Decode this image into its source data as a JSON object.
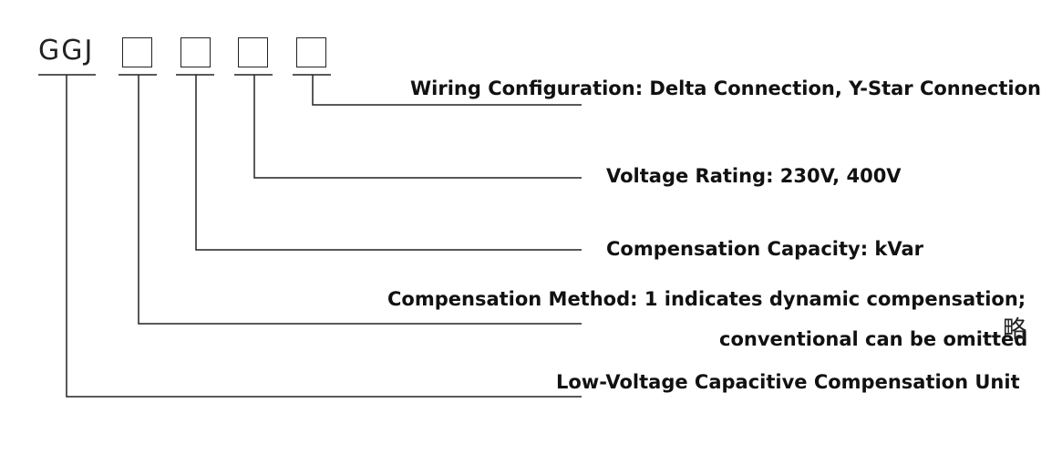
{
  "model_prefix": "GGJ",
  "code_slots": [
    {
      "slot": 1,
      "meaning": "Compensation Method"
    },
    {
      "slot": 2,
      "meaning": "Compensation Capacity"
    },
    {
      "slot": 3,
      "meaning": "Voltage Rating"
    },
    {
      "slot": 4,
      "meaning": "Wiring Configuration"
    }
  ],
  "descriptions": {
    "wiring": "Wiring Configuration: Delta Connection, Y-Star Connection",
    "voltage": "Voltage Rating: 230V, 400V",
    "capacity": "Compensation Capacity: kVar",
    "method_line1": "Compensation Method: 1 indicates dynamic compensation;",
    "method_line2": "conventional can be omitted",
    "unit": "Low-Voltage Capacitive Compensation Unit"
  },
  "stray_glyph": "略",
  "colors": {
    "line": "#222222",
    "text": "#111111",
    "background": "#ffffff"
  }
}
